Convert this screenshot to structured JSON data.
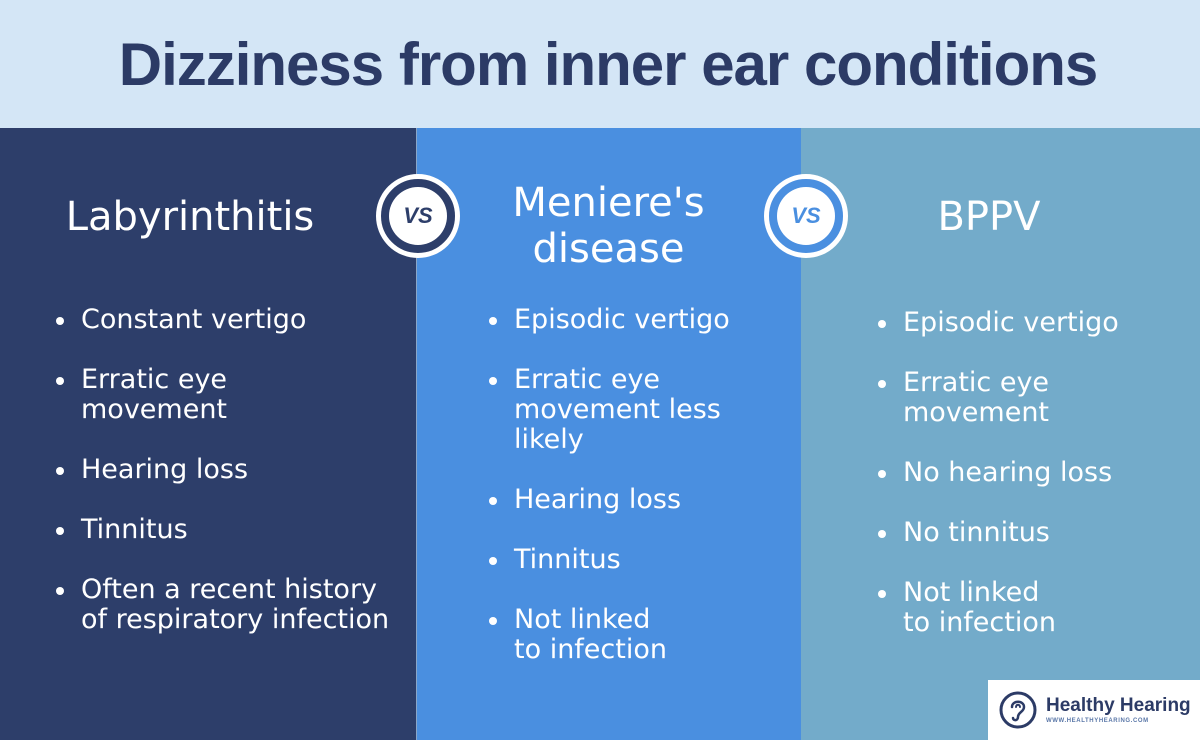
{
  "title": "Dizziness from inner ear conditions",
  "vs_label": "VS",
  "columns": [
    {
      "title": "Labyrinthitis",
      "items": [
        "Constant vertigo",
        "Erratic eye movement",
        "Hearing loss",
        "Tinnitus",
        "Often a recent history of respiratory infection"
      ]
    },
    {
      "title": "Meniere's disease",
      "items": [
        "Episodic vertigo",
        "Erratic eye movement less likely",
        "Hearing loss",
        "Tinnitus",
        "Not linked to infection"
      ]
    },
    {
      "title": "BPPV",
      "items": [
        "Episodic vertigo",
        "Erratic eye movement",
        "No hearing loss",
        "No tinnitus",
        "Not linked to infection"
      ]
    }
  ],
  "logo": {
    "name": "Healthy Hearing",
    "url": "WWW.HEALTHYHEARING.COM",
    "icon": "ear-icon"
  },
  "colors": {
    "header_bg": "#d4e6f6",
    "title": "#2c3b66",
    "column_1": "#2d3e6a",
    "column_2": "#4a8fe0",
    "column_3": "#73abca"
  }
}
